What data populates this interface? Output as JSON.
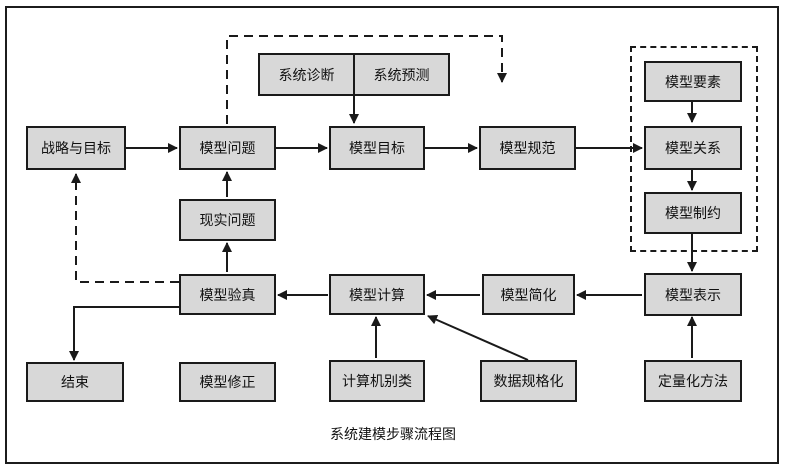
{
  "nodes": {
    "zhanlue": "战略与目标",
    "wenti": "模型问题",
    "mubiao": "模型目标",
    "guifan": "模型规范",
    "zhenduan": "系统诊断",
    "yuce": "系统预测",
    "yaosu": "模型要素",
    "guanxi": "模型关系",
    "zhiyue": "模型制约",
    "xianshi": "现实问题",
    "yanzhen": "模型验真",
    "jisuan": "模型计算",
    "jianhua": "模型简化",
    "biaoshi": "模型表示",
    "jieshu": "结束",
    "xiuzheng": "模型修正",
    "jisuanjibie": "计算机别类",
    "shuju": "数据规格化",
    "dingliang": "定量化方法"
  },
  "caption": "系统建模步骤流程图"
}
